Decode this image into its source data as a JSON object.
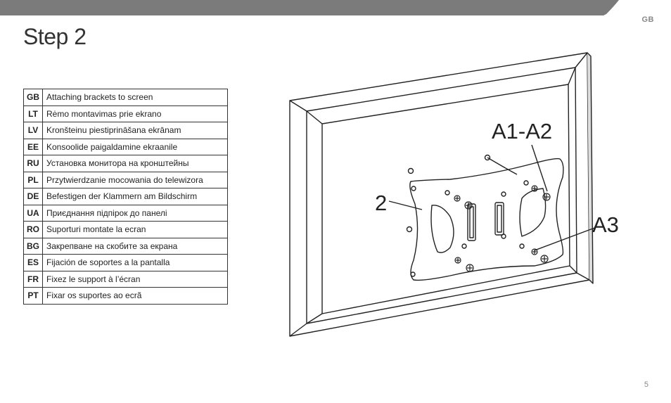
{
  "header": {
    "lang_tag": "GB"
  },
  "page": {
    "title": "Step 2",
    "page_number": "5"
  },
  "languages": [
    {
      "code": "GB",
      "text": "Attaching brackets to screen"
    },
    {
      "code": "LT",
      "text": "Rėmo montavimas prie ekrano"
    },
    {
      "code": "LV",
      "text": "Kronšteinu piestiprināšana ekrānam"
    },
    {
      "code": "EE",
      "text": "Konsoolide paigaldamine ekraanile"
    },
    {
      "code": "RU",
      "text": "Установка монитора на кронштейны"
    },
    {
      "code": "PL",
      "text": "Przytwierdzanie mocowania do telewizora"
    },
    {
      "code": "DE",
      "text": "Befestigen der Klammern am Bildschirm"
    },
    {
      "code": "UA",
      "text": "Приєднання підпірок до панелі"
    },
    {
      "code": "RO",
      "text": "Suporturi montate la ecran"
    },
    {
      "code": "BG",
      "text": "Закрепване на скобите за екрана"
    },
    {
      "code": "ES",
      "text": "Fijación de soportes a la pantalla"
    },
    {
      "code": "FR",
      "text": "Fixez le support à l’écran"
    },
    {
      "code": "PT",
      "text": "Fixar os suportes ao ecrã"
    }
  ],
  "figure": {
    "label_a1a2": "A1-A2",
    "label_2": "2",
    "label_a3": "A3"
  },
  "colors": {
    "topbar": "#7b7b7b",
    "line": "#222222"
  }
}
